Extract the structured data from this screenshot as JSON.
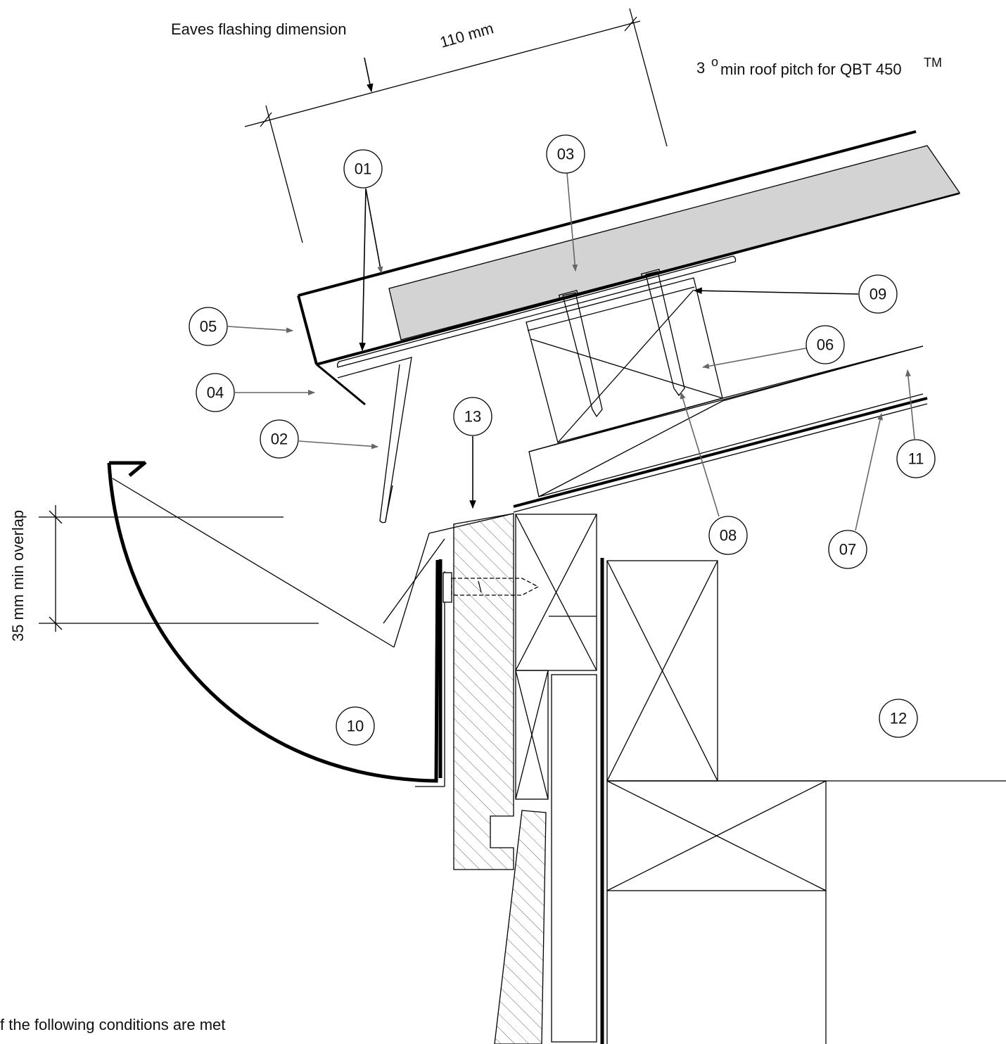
{
  "labels": {
    "eaves_flashing": "Eaves flashing dimension",
    "dimension_110": "110 mm",
    "pitch_prefix": "3 ",
    "pitch_degree": "o",
    "pitch_text": "min roof pitch for QBT 450",
    "pitch_tm": "TM",
    "overlap": "35 mm min overlap",
    "conditions": "f the following conditions are met"
  },
  "callouts": [
    "01",
    "02",
    "03",
    "04",
    "05",
    "06",
    "07",
    "08",
    "09",
    "10",
    "11",
    "12",
    "13"
  ],
  "colors": {
    "insulation_fill": "#d3d3d3",
    "arrow_gray": "#666666",
    "line": "#000000"
  }
}
